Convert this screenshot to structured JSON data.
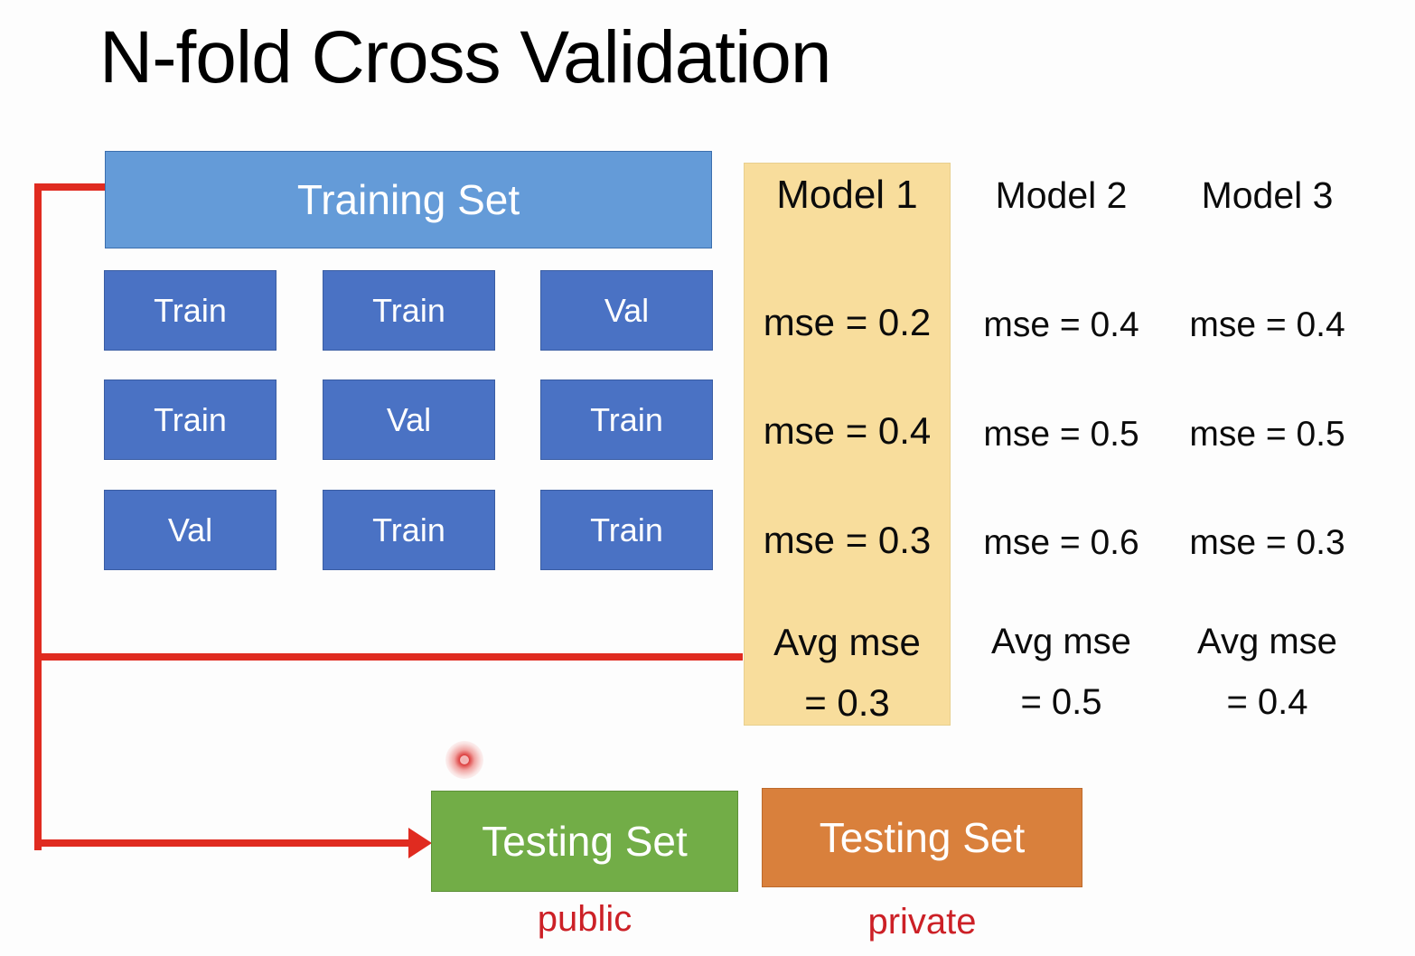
{
  "slide": {
    "title": "N-fold Cross Validation"
  },
  "training": {
    "label": "Training Set",
    "folds": [
      [
        "Train",
        "Train",
        "Val"
      ],
      [
        "Train",
        "Val",
        "Train"
      ],
      [
        "Val",
        "Train",
        "Train"
      ]
    ]
  },
  "models": [
    {
      "header": "Model 1",
      "mse": [
        "mse = 0.2",
        "mse = 0.4",
        "mse = 0.3"
      ],
      "avg_label": "Avg mse",
      "avg_value": "= 0.3",
      "highlighted": true
    },
    {
      "header": "Model 2",
      "mse": [
        "mse = 0.4",
        "mse = 0.5",
        "mse = 0.6"
      ],
      "avg_label": "Avg mse",
      "avg_value": "= 0.5",
      "highlighted": false
    },
    {
      "header": "Model 3",
      "mse": [
        "mse = 0.4",
        "mse = 0.5",
        "mse = 0.3"
      ],
      "avg_label": "Avg mse",
      "avg_value": "= 0.4",
      "highlighted": false
    }
  ],
  "testing": {
    "public": {
      "label": "Testing Set",
      "caption": "public"
    },
    "private": {
      "label": "Testing Set",
      "caption": "private"
    }
  },
  "colors": {
    "training_set": "#649bd8",
    "fold_cell": "#4a72c4",
    "highlight_panel": "#f8dd9c",
    "testing_public": "#72ad47",
    "testing_private": "#d9803c",
    "connector": "#e02b20",
    "caption": "#cc2026",
    "laser_dot": "#be0a0a"
  },
  "annotations": {
    "laser_pointer": "laser-pointer-dot"
  }
}
